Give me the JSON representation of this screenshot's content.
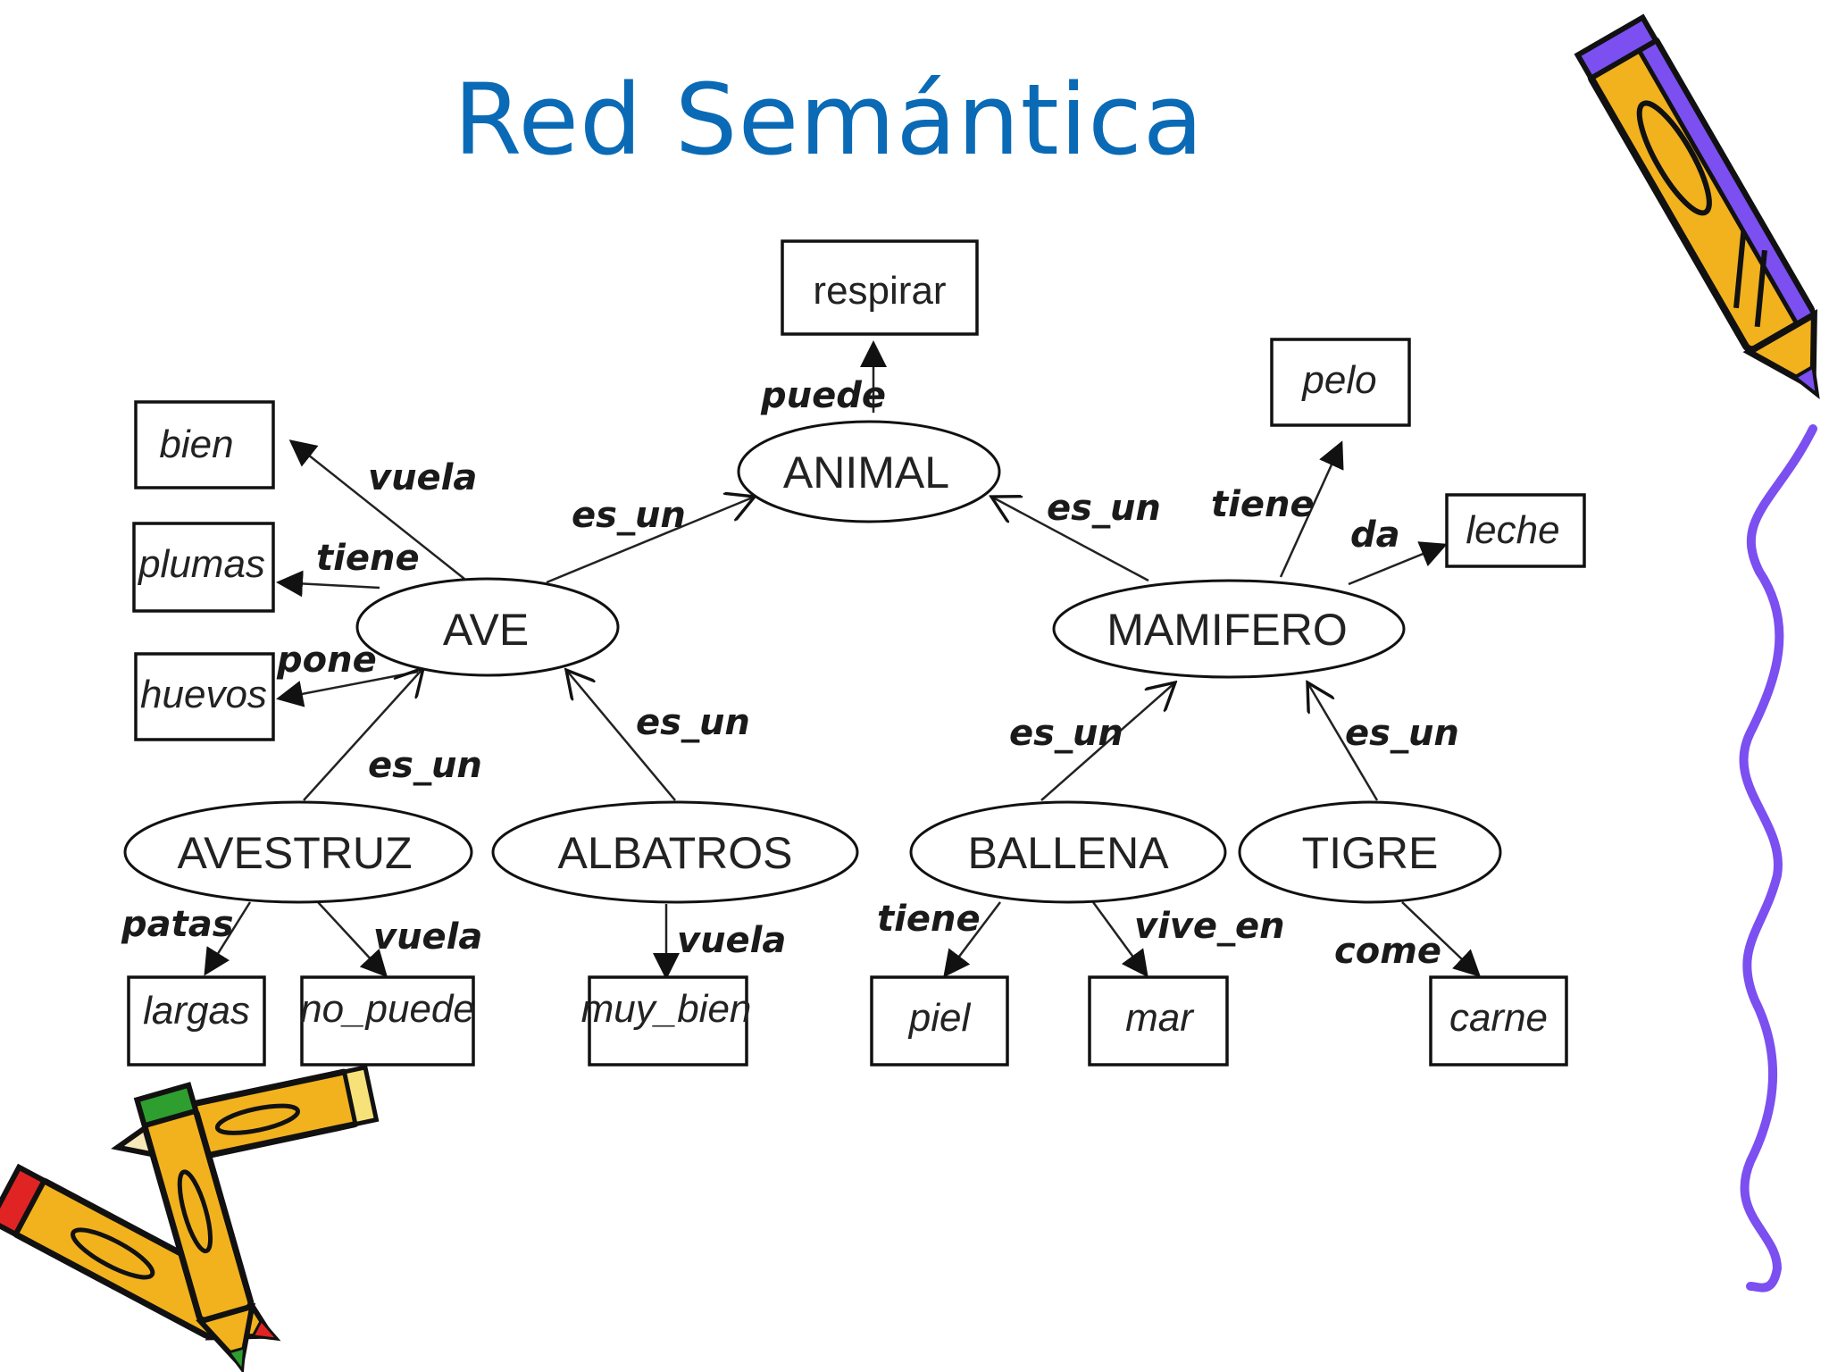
{
  "title": "Red Semántica",
  "diagram": {
    "nodes": {
      "animal": "ANIMAL",
      "ave": "AVE",
      "mamifero": "MAMIFERO",
      "avestruz": "AVESTRUZ",
      "albatros": "ALBATROS",
      "ballena": "BALLENA",
      "tigre": "TIGRE"
    },
    "values": {
      "respirar": "respirar",
      "bien": "bien",
      "plumas": "plumas",
      "huevos": "huevos",
      "pelo": "pelo",
      "leche": "leche",
      "largas": "largas",
      "no_puede": "no_puede",
      "muy_bien": "muy_bien",
      "piel": "piel",
      "mar": "mar",
      "carne": "carne"
    },
    "relations": {
      "animal_puede": "puede",
      "ave_es_un": "es_un",
      "mamifero_es_un": "es_un",
      "ave_vuela": "vuela",
      "ave_tiene": "tiene",
      "ave_pone": "pone",
      "mamifero_tiene": "tiene",
      "mamifero_da": "da",
      "avestruz_es_un": "es_un",
      "albatros_es_un": "es_un",
      "ballena_es_un": "es_un",
      "tigre_es_un": "es_un",
      "avestruz_patas": "patas",
      "avestruz_vuela": "vuela",
      "albatros_vuela": "vuela",
      "ballena_tiene": "tiene",
      "ballena_vive_en": "vive_en",
      "tigre_come": "come"
    }
  },
  "decorations": {
    "top_right": "pencil-icon",
    "bottom_left": "crossed-pencils-icon",
    "right_edge": "wavy-line"
  },
  "colors": {
    "title": "#0a6ab5",
    "pencil_body": "#f2b21d",
    "pencil_accent": "#7b4ff0",
    "pencil_red": "#e02424",
    "pencil_green": "#2e9e2e"
  }
}
